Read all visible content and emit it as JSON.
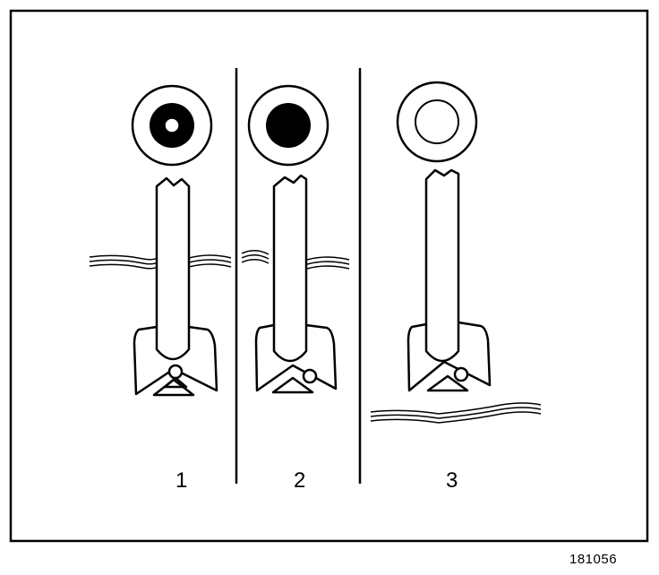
{
  "figure": {
    "figure_number": "181056",
    "colors": {
      "ink": "#000000",
      "paper": "#ffffff"
    }
  },
  "panels": [
    {
      "label": "1",
      "indicator_icon": "ring-with-dark-band-and-white-center-icon",
      "indicator_state": "partial"
    },
    {
      "label": "2",
      "indicator_icon": "ring-with-solid-dark-center-icon",
      "indicator_state": "full"
    },
    {
      "label": "3",
      "indicator_icon": "empty-ring-icon",
      "indicator_state": "empty"
    }
  ]
}
